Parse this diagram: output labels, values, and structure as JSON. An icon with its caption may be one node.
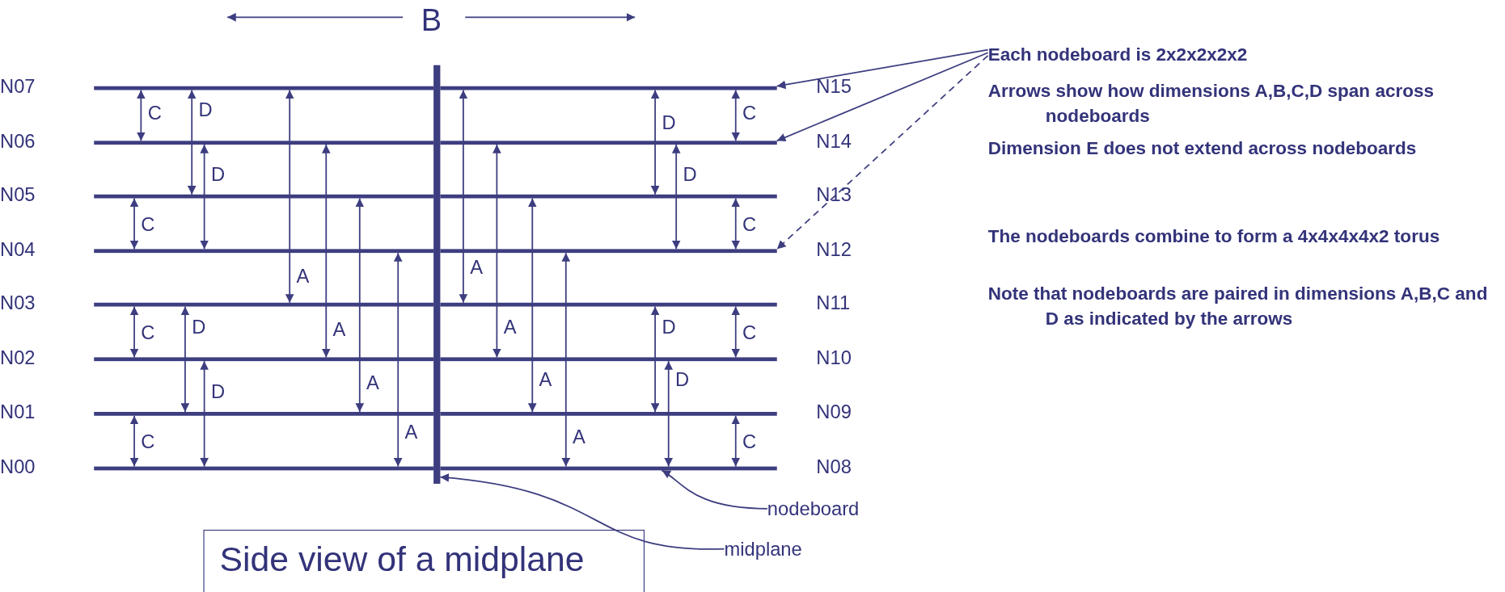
{
  "diagram": {
    "nodes": [
      {
        "text": [
          "N00"
        ]
      },
      {
        "text": [
          "N01"
        ]
      },
      {
        "text": [
          "N02"
        ]
      },
      {
        "text": [
          "N03"
        ]
      },
      {
        "text": [
          "N04"
        ]
      },
      {
        "text": [
          "N05"
        ]
      },
      {
        "text": [
          "N06"
        ]
      },
      {
        "text": [
          "N07"
        ]
      },
      {
        "text": [
          "N08"
        ]
      },
      {
        "text": [
          "N09"
        ]
      },
      {
        "text": [
          "N10"
        ]
      },
      {
        "text": [
          "N11"
        ]
      },
      {
        "text": [
          "N12"
        ]
      },
      {
        "text": [
          "N13"
        ]
      },
      {
        "text": [
          "N14"
        ]
      },
      {
        "text": [
          "N15"
        ]
      },
      {
        "text": [],
        "shape": "bar"
      },
      {
        "text": [
          "Each nodeboard is 2x2x2x2x2"
        ]
      },
      {
        "text": [
          "nodeboard"
        ]
      },
      {
        "text": [
          "midplane"
        ]
      },
      {
        "text": [
          "Side view of a midplane"
        ]
      }
    ],
    "edges": [
      {
        "from": 17,
        "to": 15,
        "arrow": "to"
      },
      {
        "from": 17,
        "to": 14,
        "arrow": "to"
      },
      {
        "from": 17,
        "to": 12,
        "arrow": "to",
        "style": "dashed"
      },
      {
        "from": 18,
        "to": 8,
        "arrow": "to"
      },
      {
        "from": 19,
        "to": 16,
        "arrow": "to"
      },
      {
        "from": 7,
        "to": 6,
        "arrow": "both",
        "label": "C"
      },
      {
        "from": 7,
        "to": 5,
        "arrow": "both",
        "label": "D"
      },
      {
        "from": 6,
        "to": 4,
        "arrow": "both",
        "label": "D"
      },
      {
        "from": 5,
        "to": 4,
        "arrow": "both",
        "label": "C"
      },
      {
        "from": 7,
        "to": 3,
        "arrow": "both",
        "label": "A"
      },
      {
        "from": 6,
        "to": 2,
        "arrow": "both",
        "label": "A"
      },
      {
        "from": 5,
        "to": 1,
        "arrow": "both",
        "label": "A"
      },
      {
        "from": 4,
        "to": 0,
        "arrow": "both",
        "label": "A"
      },
      {
        "from": 3,
        "to": 2,
        "arrow": "both",
        "label": "C"
      },
      {
        "from": 3,
        "to": 1,
        "arrow": "both",
        "label": "D"
      },
      {
        "from": 2,
        "to": 0,
        "arrow": "both",
        "label": "D"
      },
      {
        "from": 1,
        "to": 0,
        "arrow": "both",
        "label": "C"
      },
      {
        "from": 15,
        "to": 14,
        "arrow": "both",
        "label": "C"
      },
      {
        "from": 15,
        "to": 13,
        "arrow": "both",
        "label": "D"
      },
      {
        "from": 14,
        "to": 12,
        "arrow": "both",
        "label": "D"
      },
      {
        "from": 13,
        "to": 12,
        "arrow": "both",
        "label": "C"
      },
      {
        "from": 15,
        "to": 11,
        "arrow": "both",
        "label": "A"
      },
      {
        "from": 14,
        "to": 10,
        "arrow": "both",
        "label": "A"
      },
      {
        "from": 13,
        "to": 9,
        "arrow": "both",
        "label": "A"
      },
      {
        "from": 12,
        "to": 8,
        "arrow": "both",
        "label": "A"
      },
      {
        "from": 11,
        "to": 10,
        "arrow": "both",
        "label": "C"
      },
      {
        "from": 11,
        "to": 9,
        "arrow": "both",
        "label": "D"
      },
      {
        "from": 10,
        "to": 8,
        "arrow": "both",
        "label": "D"
      },
      {
        "from": 9,
        "to": 8,
        "arrow": "both",
        "label": "C"
      }
    ],
    "labels": [
      "B",
      "Arrows show how dimensions A,B,C,D span across nodeboards",
      "Dimension E does not extend across nodeboards",
      "The nodeboards combine to form a 4x4x4x4x2 torus",
      "Note that nodeboards are paired in dimensions A,B,C and D as indicated by the arrows"
    ]
  }
}
